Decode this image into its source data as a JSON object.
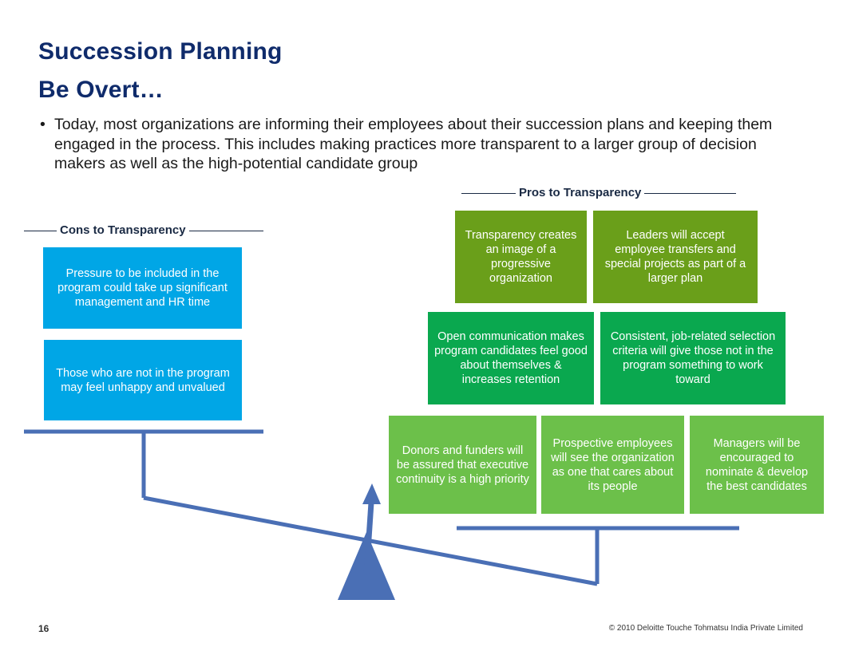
{
  "title": "Succession Planning",
  "subtitle": "Be Overt…",
  "bullet": {
    "marker": "•",
    "text": "Today, most organizations are informing their employees about their succession plans and keeping them engaged in the process.  This includes making practices more transparent to a larger group of decision makers as well as the high-potential candidate group"
  },
  "cons": {
    "label": "Cons to Transparency",
    "items": [
      "Pressure to be included in the program could take up significant management and HR time",
      "Those who are not in the program may feel unhappy and unvalued"
    ]
  },
  "pros": {
    "label": "Pros to Transparency",
    "items": [
      "Transparency creates an image of a progressive organization",
      "Leaders will accept employee transfers and special projects as part of a larger plan",
      "Open communication makes program candidates feel good about themselves & increases retention",
      "Consistent, job-related selection criteria will give those not in the program something to work toward",
      "Donors and funders will be assured that executive continuity is a high priority",
      "Prospective employees will see the organization as one that cares about its people",
      "Managers will be encouraged to nominate & develop the best candidates"
    ]
  },
  "footer": {
    "page_number": "16",
    "copyright": "© 2010 Deloitte Touche Tohmatsu India Private Limited"
  },
  "colors": {
    "title": "#0f2b6b",
    "cons_box": "#00a6e6",
    "pros_row1": "#6a9f1a",
    "pros_row2": "#0aa84f",
    "pros_row3": "#6cc04a",
    "scale": "#4a6fb5"
  }
}
